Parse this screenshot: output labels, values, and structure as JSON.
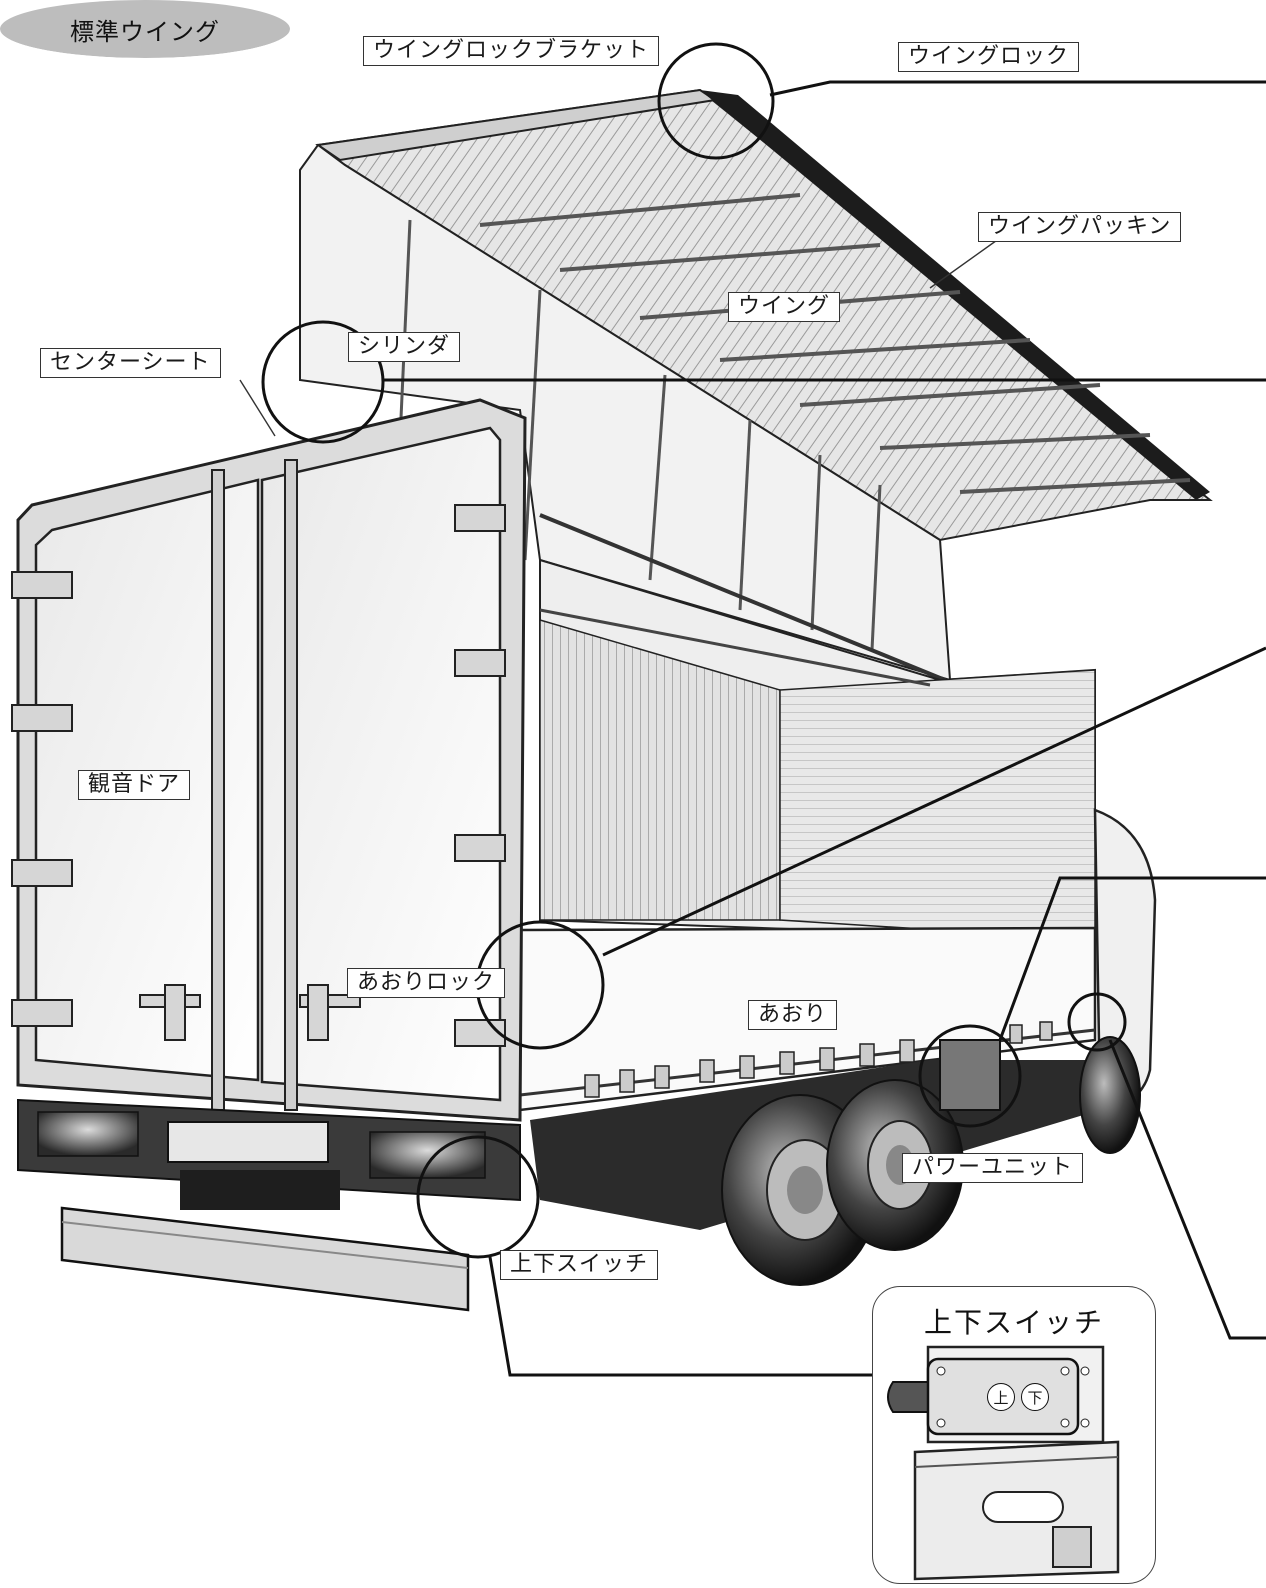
{
  "title": "標準ウイング",
  "labels": {
    "wing_lock_bracket": "ウイングロックブラケット",
    "wing_lock": "ウイングロック",
    "wing_packing": "ウイングパッキン",
    "wing": "ウイング",
    "cylinder": "シリンダ",
    "center_sheet": "センターシート",
    "kannon_door": "観音ドア",
    "aori_lock": "あおりロック",
    "aori": "あおり",
    "power_unit": "パワーユニット",
    "updown_switch": "上下スイッチ"
  },
  "inset": {
    "title": "上下スイッチ",
    "button_up": "上",
    "button_down": "下"
  }
}
